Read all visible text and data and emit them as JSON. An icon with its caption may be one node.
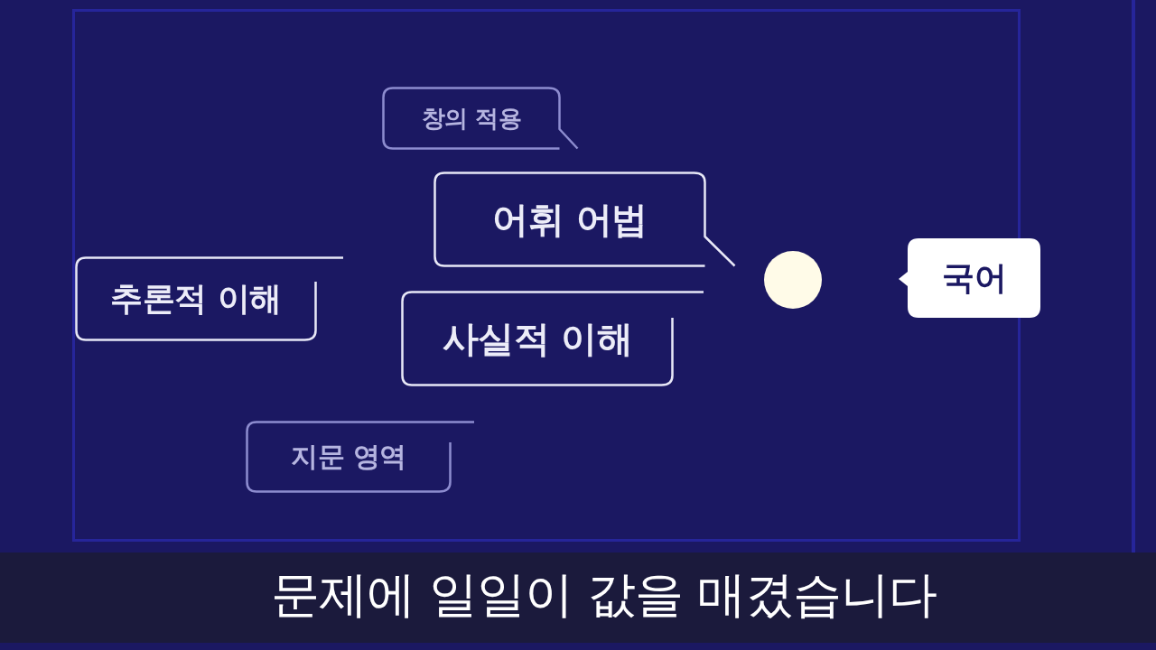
{
  "diagram": {
    "caption": "문제에 일일이 값을 매겼습니다",
    "nodes": [
      {
        "text": [
          "창의 적용"
        ]
      },
      {
        "text": [
          "어휘 어법"
        ]
      },
      {
        "text": [
          "추론적 이해"
        ]
      },
      {
        "text": [],
        "shape": "circle"
      },
      {
        "text": [
          "국어"
        ]
      },
      {
        "text": [
          "사실적 이해"
        ]
      },
      {
        "text": [
          "지문 영역"
        ]
      }
    ]
  }
}
